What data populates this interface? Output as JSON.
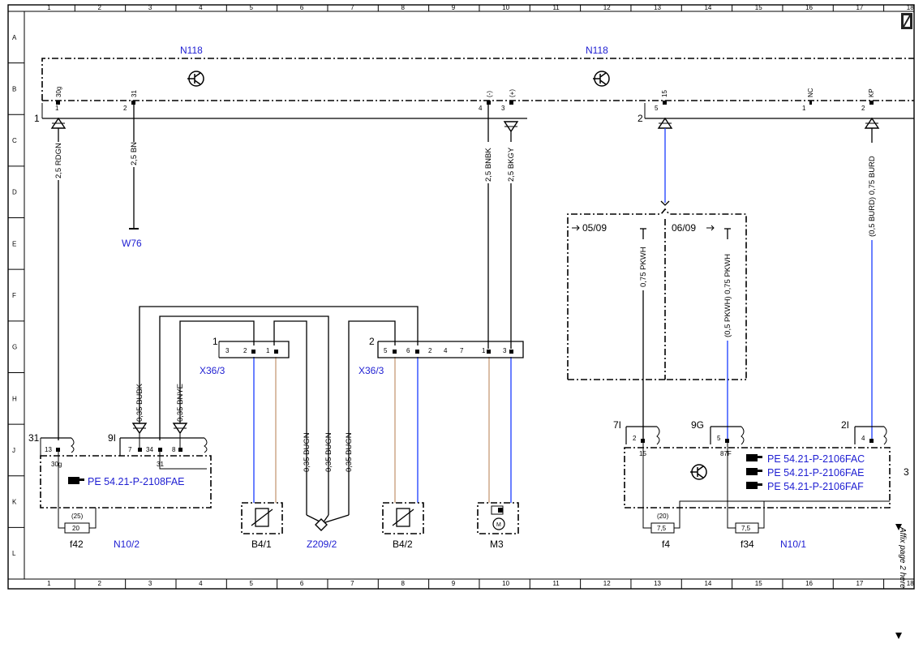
{
  "grid": {
    "columns": [
      "1",
      "2",
      "3",
      "4",
      "5",
      "6",
      "7",
      "8",
      "9",
      "10",
      "11",
      "12",
      "13",
      "14",
      "15",
      "16",
      "17",
      "18"
    ],
    "rows": [
      "A",
      "B",
      "C",
      "D",
      "E",
      "F",
      "G",
      "H",
      "J",
      "K",
      "L"
    ]
  },
  "components": {
    "n118_left": "N118",
    "n118_right": "N118",
    "w76": "W76",
    "x36_3_left": "X36/3",
    "x36_3_right": "X36/3",
    "b4_1": "B4/1",
    "z209_2": "Z209/2",
    "b4_2": "B4/2",
    "m3": "M3",
    "n10_2": "N10/2",
    "n10_1": "N10/1",
    "f42": "f42",
    "f4": "f4",
    "f34": "f34"
  },
  "wires": {
    "rdgn": "2,5 RDGN",
    "bn": "2,5 BN",
    "bnbk": "2,5 BNBK",
    "bkgy": "2,5 BKGY",
    "burd": "(0,5 BURD) 0,75 BURD",
    "pkwh_a": "0,75 PKWH",
    "pkwh_b": "(0,5 PKWH) 0,75 PKWH",
    "bubk": "0,35 BUBK",
    "bnye": "0,35 BNYE",
    "bugn1": "0,35 BUGN",
    "bugn2": "0,35 BUGN",
    "bugn3": "0,35 BUGN"
  },
  "references": {
    "pe_2108fae": "PE 54.21-P-2108FAE",
    "pe_2106fac": "PE 54.21-P-2106FAC",
    "pe_2106fae": "PE 54.21-P-2106FAE",
    "pe_2106faf": "PE 54.21-P-2106FAF"
  },
  "dates": {
    "d0509": "05/09",
    "d0609": "06/09"
  },
  "pins": {
    "n118_p1": "1",
    "n118_p1t": "30g",
    "n118_p2": "2",
    "n118_p2t": "31",
    "n118_p4": "4",
    "n118_p4t": "(-)",
    "n118_p3": "3",
    "n118_p3t": "(+)",
    "n118_p5": "5",
    "n118_p5t": "15",
    "n118_pnc": "1",
    "n118_pnct": "NC",
    "n118_p2b": "2",
    "n118_p2bt": "KP",
    "conn1": "1",
    "conn2": "2",
    "x36a_3": "3",
    "x36a_2": "2",
    "x36a_1": "1",
    "x36b_5": "5",
    "x36b_6": "6",
    "x36b_2": "2",
    "x36b_4": "4",
    "x36b_7": "7",
    "x36b_1": "1",
    "x36b_3": "3",
    "n102_31": "31",
    "n102_13": "13",
    "n102_30g": "30g",
    "n102_9i": "9I",
    "n102_7": "7",
    "n102_34": "34",
    "n102_8": "8",
    "n102_31b": "31",
    "n101_7i": "7I",
    "n101_2": "2",
    "n101_15": "15",
    "n101_9g": "9G",
    "n101_5": "5",
    "n101_87f": "87F",
    "n101_2i": "2I",
    "n101_4": "4",
    "f42_rating": "(25)",
    "f42_val": "20",
    "f4_rating": "(20)",
    "f4_val": "7,5",
    "f34_val": "7,5",
    "sheet3": "3"
  },
  "affix_note": "Affix page 2 here",
  "colors": {
    "blue_wire": "#1a3cff",
    "brown_wire": "#c69a77",
    "label_blue": "#1e1ed2"
  }
}
